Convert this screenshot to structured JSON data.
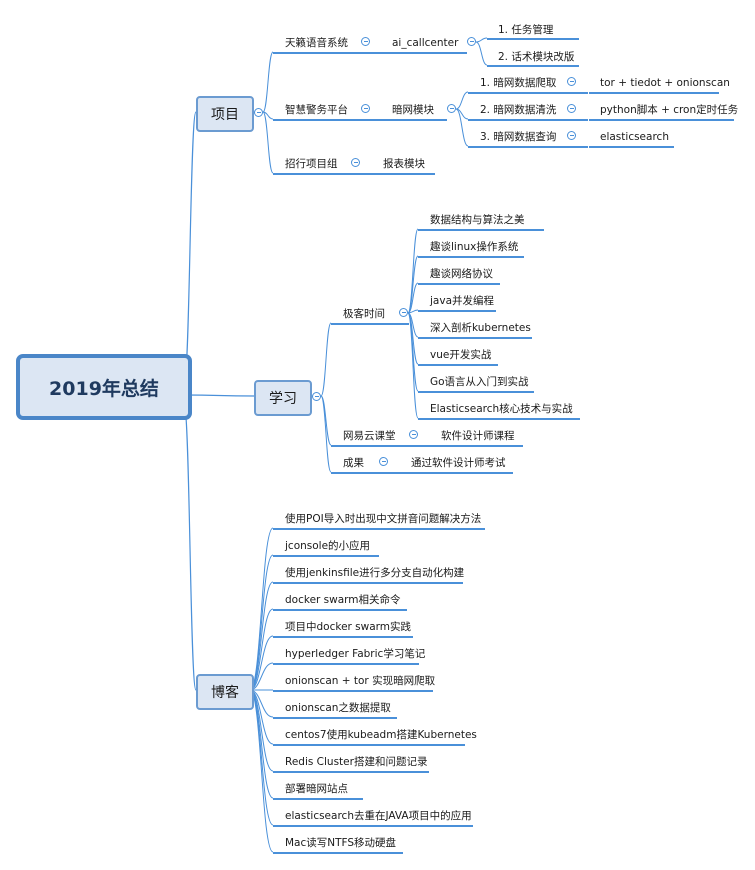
{
  "root": "2019年总结",
  "branches": {
    "projects": {
      "label": "项目",
      "items": {
        "tianlai": {
          "label": "天籁语音系统",
          "child": "ai_callcenter",
          "tasks": [
            "1. 任务管理",
            "2. 话术模块改版"
          ]
        },
        "zhihui": {
          "label": "智慧警务平台",
          "child": "暗网模块",
          "subs": [
            {
              "label": "1. 暗网数据爬取",
              "detail": "tor + tiedot + onionscan"
            },
            {
              "label": "2. 暗网数据清洗",
              "detail": "python脚本 + cron定时任务"
            },
            {
              "label": "3. 暗网数据查询",
              "detail": "elasticsearch"
            }
          ]
        },
        "zhaoxing": {
          "label": "招行项目组",
          "child": "报表模块"
        }
      }
    },
    "study": {
      "label": "学习",
      "geek": {
        "label": "极客时间",
        "courses": [
          "数据结构与算法之美",
          "趣谈linux操作系统",
          "趣谈网络协议",
          "java并发编程",
          "深入剖析kubernetes",
          "vue开发实战",
          "Go语言从入门到实战",
          "Elasticsearch核心技术与实战"
        ]
      },
      "netease": {
        "label": "网易云课堂",
        "child": "软件设计师课程"
      },
      "result": {
        "label": "成果",
        "child": "通过软件设计师考试"
      }
    },
    "blog": {
      "label": "博客",
      "posts": [
        "使用POI导入时出现中文拼音问题解决方法",
        "jconsole的小应用",
        "使用jenkinsfile进行多分支自动化构建",
        "docker swarm相关命令",
        "项目中docker swarm实践",
        "hyperledger Fabric学习笔记",
        "onionscan + tor 实现暗网爬取",
        "onionscan之数据提取",
        "centos7使用kubeadm搭建Kubernetes",
        "Redis Cluster搭建和问题记录",
        "部署暗网站点",
        "elasticsearch去重在JAVA项目中的应用",
        "Mac读写NTFS移动硬盘"
      ]
    }
  },
  "colors": {
    "line": "#4a90d9",
    "node_fill": "#dce6f3",
    "node_border": "#6b9bd1",
    "root_border": "#4a86c8"
  }
}
